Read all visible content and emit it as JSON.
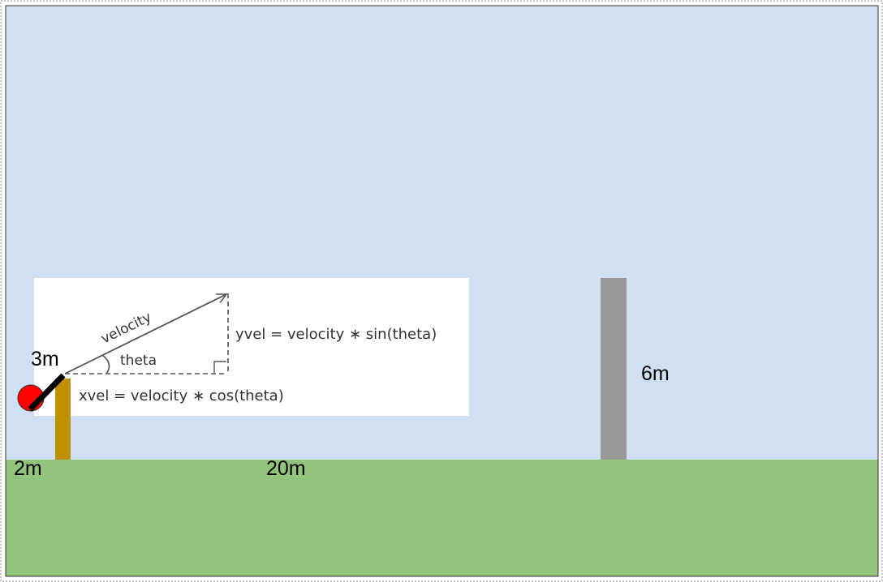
{
  "scene": {
    "colors": {
      "sky": "#cfe0f2",
      "ground": "#93c47d",
      "post": "#bf9000",
      "wall": "#999999",
      "ball": "#ff0000",
      "launcher": "#000000",
      "inset_bg": "#ffffff",
      "vector": "#555555"
    },
    "labels": {
      "launch_height": "3m",
      "post_distance": "2m",
      "wall_distance": "20m",
      "wall_height": "6m"
    }
  },
  "inset": {
    "velocity_label": "velocity",
    "angle_label": "theta",
    "yvel_eq": "yvel = velocity ∗ sin(theta)",
    "xvel_eq": "xvel = velocity ∗ cos(theta)"
  }
}
